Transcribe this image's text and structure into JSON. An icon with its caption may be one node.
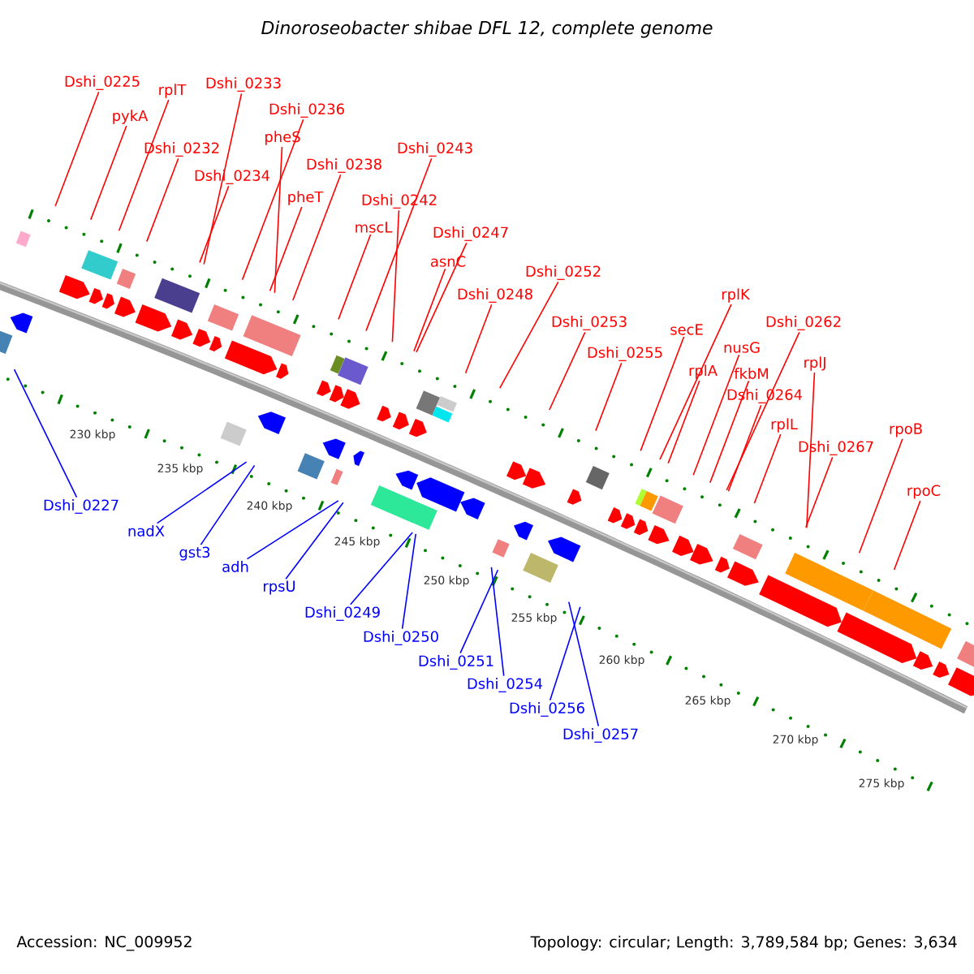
{
  "diagram": {
    "title": "Dinoroseobacter shibae DFL 12, complete genome",
    "nodes": [
      {
        "text": [
          "Dshi_0225"
        ]
      },
      {
        "text": [
          "pykA"
        ]
      },
      {
        "text": [
          "rplT"
        ]
      },
      {
        "text": [
          "Dshi_0233"
        ]
      },
      {
        "text": [
          "Dshi_0236"
        ]
      },
      {
        "text": [
          "pheS"
        ]
      },
      {
        "text": [
          "Dshi_0232"
        ]
      },
      {
        "text": [
          "Dshi_0234"
        ]
      },
      {
        "text": [
          "Dshi_0238"
        ]
      },
      {
        "text": [
          "Dshi_0243"
        ]
      },
      {
        "text": [
          "pheT"
        ]
      },
      {
        "text": [
          "Dshi_0242"
        ]
      },
      {
        "text": [
          "mscL"
        ]
      },
      {
        "text": [
          "Dshi_0247"
        ]
      },
      {
        "text": [
          "asnC"
        ]
      },
      {
        "text": [
          "Dshi_0248"
        ]
      },
      {
        "text": [
          "Dshi_0252"
        ]
      },
      {
        "text": [
          "rplK"
        ]
      },
      {
        "text": [
          "Dshi_0253"
        ]
      },
      {
        "text": [
          "secE"
        ]
      },
      {
        "text": [
          "Dshi_0262"
        ]
      },
      {
        "text": [
          "nusG"
        ]
      },
      {
        "text": [
          "Dshi_0255"
        ]
      },
      {
        "text": [
          "rplA"
        ]
      },
      {
        "text": [
          "fkbM"
        ]
      },
      {
        "text": [
          "rplJ"
        ]
      },
      {
        "text": [
          "Dshi_0264"
        ]
      },
      {
        "text": [
          "rplL"
        ]
      },
      {
        "text": [
          "Dshi_0267"
        ]
      },
      {
        "text": [
          "rpoB"
        ]
      },
      {
        "text": [
          "rpoC"
        ]
      },
      {
        "text": [
          "Dshi_0227"
        ]
      },
      {
        "text": [
          "nadX"
        ]
      },
      {
        "text": [
          "gst3"
        ]
      },
      {
        "text": [
          "adh"
        ]
      },
      {
        "text": [
          "rpsU"
        ]
      },
      {
        "text": [
          "Dshi_0249"
        ]
      },
      {
        "text": [
          "Dshi_0250"
        ]
      },
      {
        "text": [
          "Dshi_0251"
        ]
      },
      {
        "text": [
          "Dshi_0254"
        ]
      },
      {
        "text": [
          "Dshi_0256"
        ]
      },
      {
        "text": [
          "Dshi_0257"
        ]
      }
    ],
    "edges": [
      {
        "from": 0,
        "to": null,
        "arrow": "none"
      },
      {
        "from": 1,
        "to": null,
        "arrow": "none"
      },
      {
        "from": 2,
        "to": null,
        "arrow": "none"
      },
      {
        "from": 3,
        "to": null,
        "arrow": "none"
      },
      {
        "from": 4,
        "to": null,
        "arrow": "none"
      },
      {
        "from": 5,
        "to": null,
        "arrow": "none"
      },
      {
        "from": 6,
        "to": null,
        "arrow": "none"
      },
      {
        "from": 7,
        "to": null,
        "arrow": "none"
      },
      {
        "from": 8,
        "to": null,
        "arrow": "none"
      },
      {
        "from": 9,
        "to": null,
        "arrow": "none"
      },
      {
        "from": 10,
        "to": null,
        "arrow": "none"
      },
      {
        "from": 11,
        "to": null,
        "arrow": "none"
      },
      {
        "from": 12,
        "to": null,
        "arrow": "none"
      },
      {
        "from": 13,
        "to": null,
        "arrow": "none"
      },
      {
        "from": 14,
        "to": null,
        "arrow": "none"
      },
      {
        "from": 15,
        "to": null,
        "arrow": "none"
      },
      {
        "from": 16,
        "to": null,
        "arrow": "none"
      },
      {
        "from": 17,
        "to": null,
        "arrow": "none"
      },
      {
        "from": 18,
        "to": null,
        "arrow": "none"
      },
      {
        "from": 19,
        "to": null,
        "arrow": "none"
      },
      {
        "from": 20,
        "to": null,
        "arrow": "none"
      },
      {
        "from": 21,
        "to": null,
        "arrow": "none"
      },
      {
        "from": 22,
        "to": null,
        "arrow": "none"
      },
      {
        "from": 23,
        "to": null,
        "arrow": "none"
      },
      {
        "from": 24,
        "to": null,
        "arrow": "none"
      },
      {
        "from": 25,
        "to": null,
        "arrow": "none"
      },
      {
        "from": 26,
        "to": null,
        "arrow": "none"
      },
      {
        "from": 27,
        "to": null,
        "arrow": "none"
      },
      {
        "from": 28,
        "to": null,
        "arrow": "none"
      },
      {
        "from": 29,
        "to": null,
        "arrow": "none"
      },
      {
        "from": 30,
        "to": null,
        "arrow": "none"
      },
      {
        "from": 31,
        "to": null,
        "arrow": "none",
        "color": "#0000ff"
      },
      {
        "from": 32,
        "to": null,
        "arrow": "none",
        "color": "#0000ff"
      },
      {
        "from": 33,
        "to": null,
        "arrow": "none",
        "color": "#0000ff"
      },
      {
        "from": 34,
        "to": null,
        "arrow": "none",
        "color": "#0000ff"
      },
      {
        "from": 35,
        "to": null,
        "arrow": "none",
        "color": "#0000ff"
      },
      {
        "from": 36,
        "to": null,
        "arrow": "none",
        "color": "#0000ff"
      },
      {
        "from": 37,
        "to": null,
        "arrow": "none",
        "color": "#0000ff"
      },
      {
        "from": 38,
        "to": null,
        "arrow": "none",
        "color": "#0000ff"
      },
      {
        "from": 39,
        "to": null,
        "arrow": "none",
        "color": "#0000ff"
      },
      {
        "from": 40,
        "to": null,
        "arrow": "none",
        "color": "#0000ff"
      },
      {
        "from": 41,
        "to": null,
        "arrow": "none",
        "color": "#0000ff"
      }
    ],
    "labels": [
      "230 kbp",
      "235 kbp",
      "240 kbp",
      "245 kbp",
      "250 kbp",
      "255 kbp",
      "260 kbp",
      "265 kbp",
      "270 kbp",
      "275 kbp",
      "Accession: NC_009952",
      "Topology: circular; Length: 3,789,584 bp; Genes: 3,634"
    ]
  }
}
